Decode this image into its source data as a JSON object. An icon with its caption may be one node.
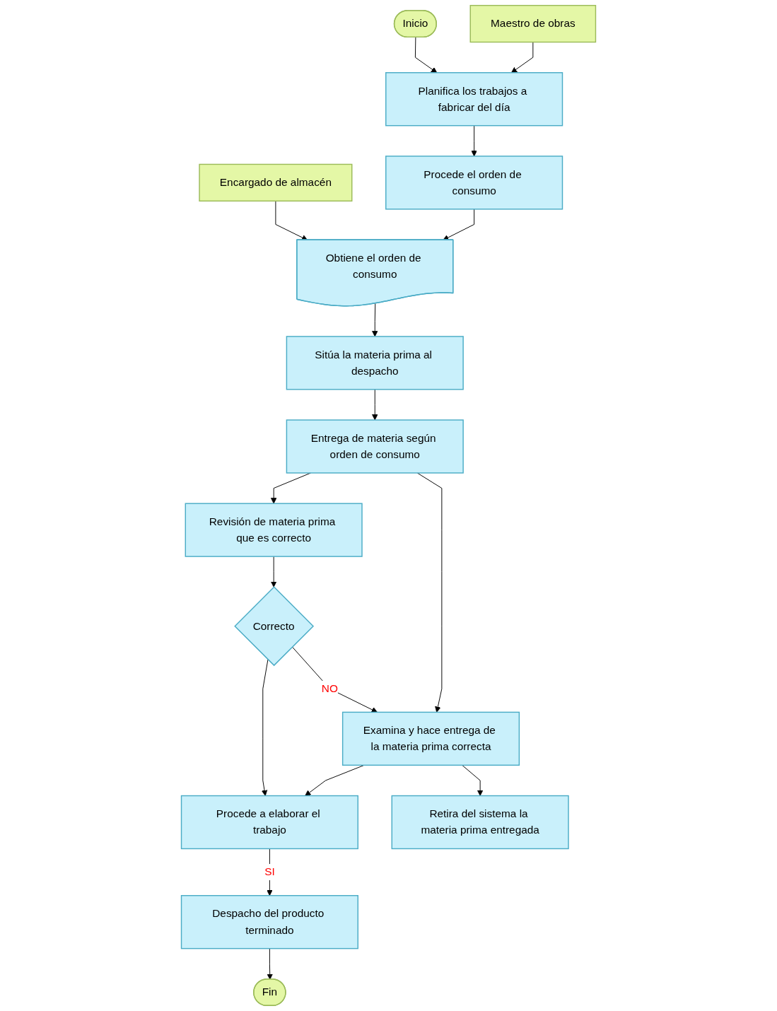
{
  "diagram": {
    "nodes": [
      {
        "text": [
          "Maestro de obras"
        ]
      },
      {
        "text": [
          "Inicio"
        ]
      },
      {
        "text": [
          "Planifica los trabajos a fabricar del día"
        ]
      },
      {
        "text": [
          "Procede el orden de consumo"
        ]
      },
      {
        "text": [
          "Encargado de almacén"
        ]
      },
      {
        "text": [
          "Obtiene el orden de consumo"
        ]
      },
      {
        "text": [
          "Sitúa la materia prima al despacho"
        ]
      },
      {
        "text": [
          "Entrega de materia según orden de consumo"
        ]
      },
      {
        "text": [
          "Revisión de materia prima que es correcto"
        ]
      },
      {
        "text": [
          "Correcto"
        ]
      },
      {
        "text": [
          "Examina y hace entrega de la materia prima correcta"
        ]
      },
      {
        "text": [
          "Procede a elaborar el trabajo"
        ]
      },
      {
        "text": [
          "Retira del sistema la materia prima entregada"
        ]
      },
      {
        "text": [
          "Despacho del producto terminado"
        ]
      },
      {
        "text": [
          "Fin"
        ]
      }
    ],
    "edges": [
      {
        "from": 0,
        "to": 2,
        "arrow": "to"
      },
      {
        "from": 1,
        "to": 2,
        "arrow": "to"
      },
      {
        "from": 2,
        "to": 3,
        "arrow": "to"
      },
      {
        "from": 3,
        "to": 5,
        "arrow": "to"
      },
      {
        "from": 4,
        "to": 5,
        "arrow": "to"
      },
      {
        "from": 5,
        "to": 6,
        "arrow": "to"
      },
      {
        "from": 6,
        "to": 7,
        "arrow": "to"
      },
      {
        "from": 7,
        "to": 8,
        "arrow": "to"
      },
      {
        "from": 7,
        "to": 10,
        "arrow": "to"
      },
      {
        "from": 8,
        "to": 9,
        "arrow": "to"
      },
      {
        "from": 9,
        "to": 10,
        "label": "NO",
        "arrow": "to"
      },
      {
        "from": 10,
        "to": 11,
        "arrow": "to"
      },
      {
        "from": 10,
        "to": 12,
        "arrow": "to"
      },
      {
        "from": 9,
        "to": 11,
        "arrow": "to"
      },
      {
        "from": 11,
        "to": 13,
        "label": "SI",
        "arrow": "to"
      },
      {
        "from": 13,
        "to": 14,
        "arrow": "to"
      }
    ]
  }
}
